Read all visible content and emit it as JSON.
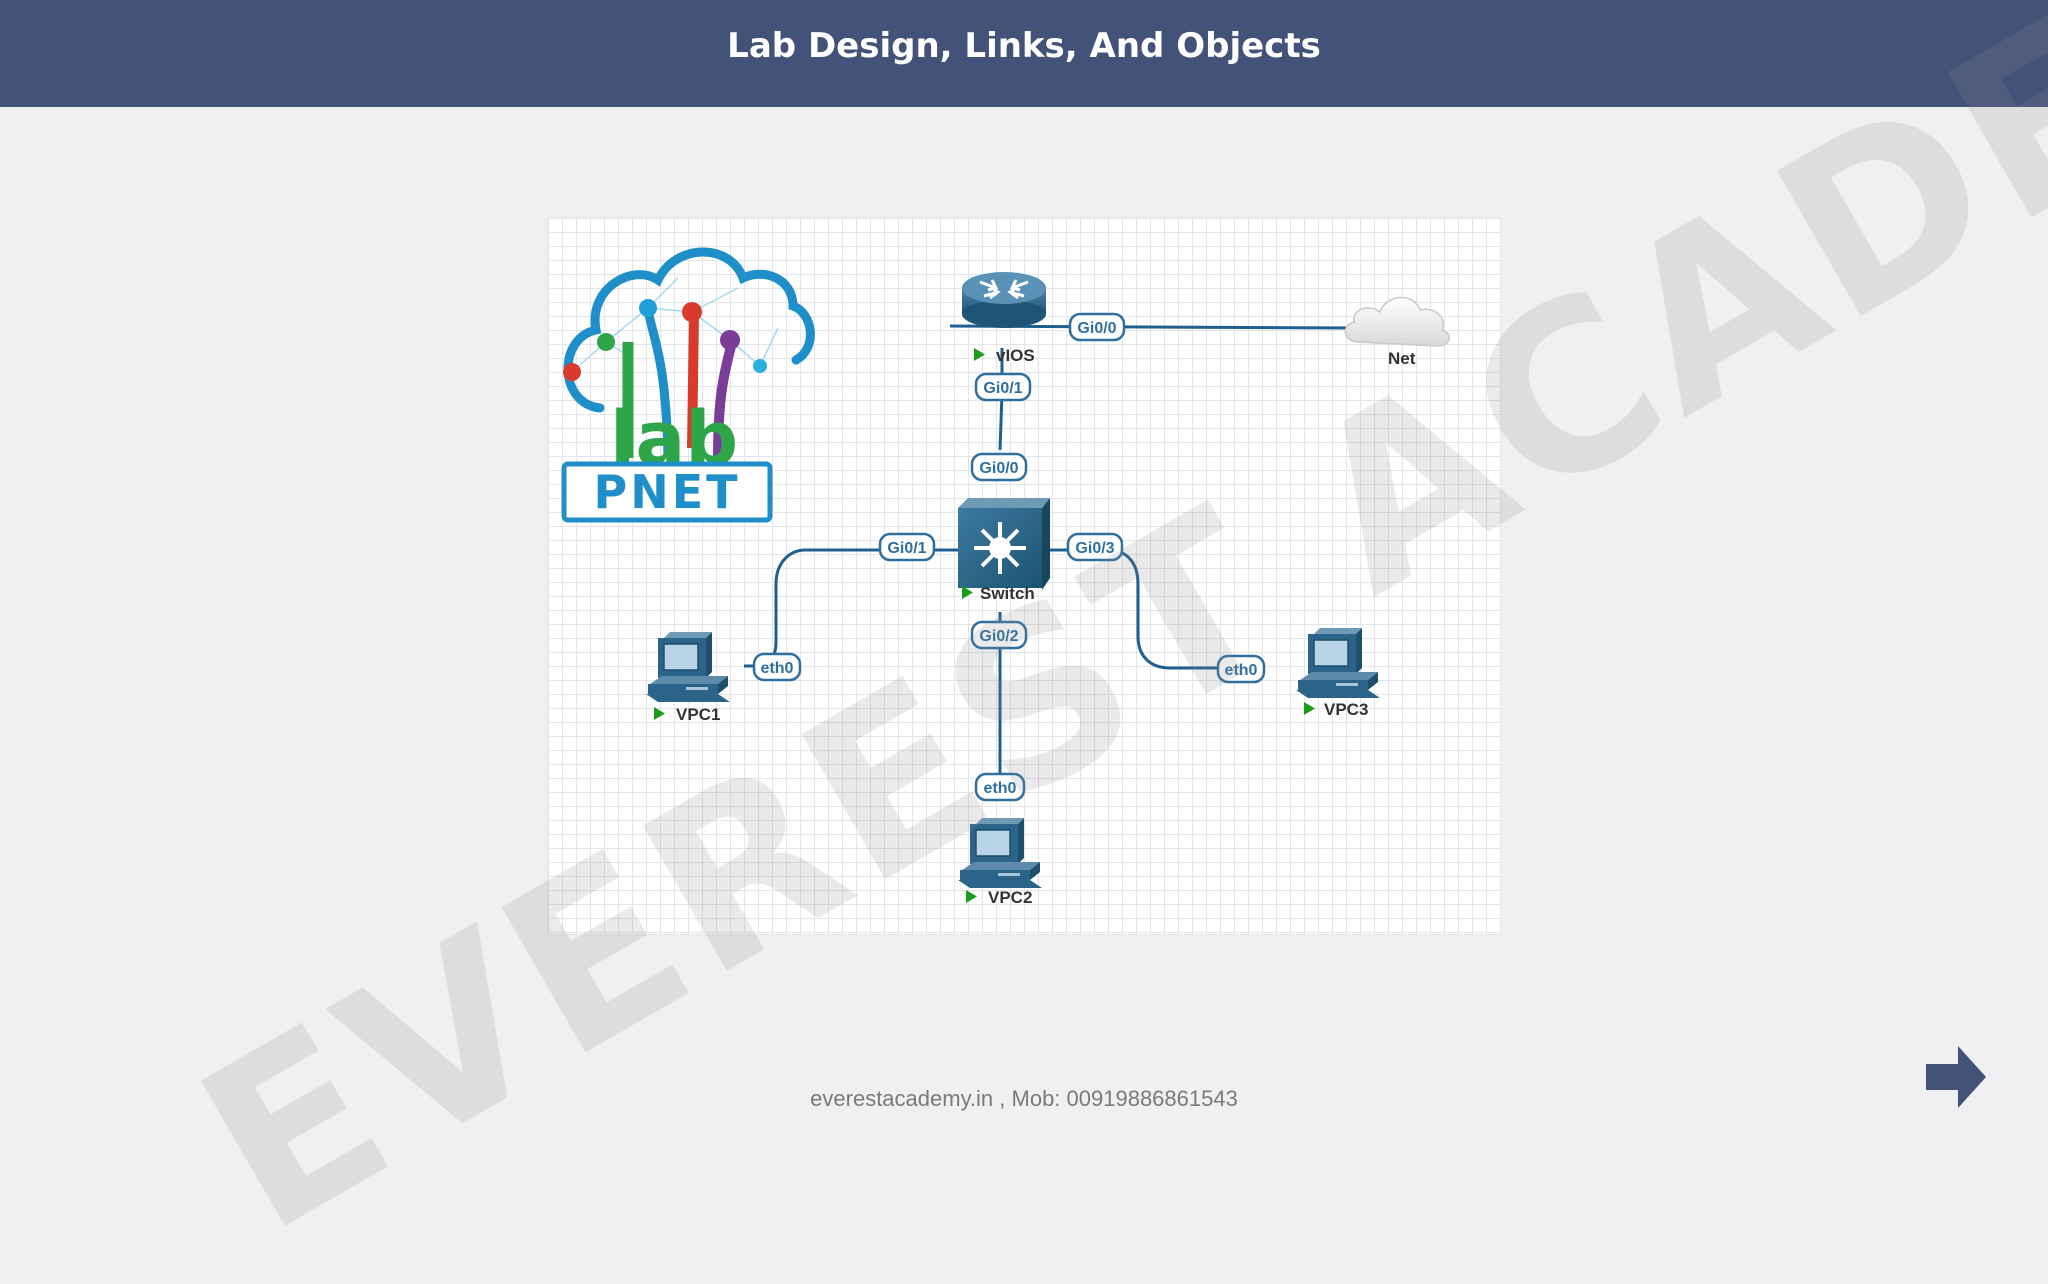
{
  "slide": {
    "title": "Lab Design, Links, And Objects",
    "footer": "everestacademy.in , Mob: 00919886861543",
    "watermark": "EVEREST ACADEMY"
  },
  "logo": {
    "word": "PNET",
    "letters": "lab"
  },
  "topology": {
    "nodes": {
      "vios": "vIOS",
      "net": "Net",
      "switch": "Switch",
      "vpc1": "VPC1",
      "vpc2": "VPC2",
      "vpc3": "VPC3"
    },
    "ports": {
      "vios_gi00": "Gi0/0",
      "vios_gi01": "Gi0/1",
      "switch_gi00": "Gi0/0",
      "switch_gi01": "Gi0/1",
      "switch_gi02": "Gi0/2",
      "switch_gi03": "Gi0/3",
      "vpc1_eth0": "eth0",
      "vpc2_eth0": "eth0",
      "vpc3_eth0": "eth0"
    }
  },
  "colors": {
    "header": "#435278",
    "link": "#1f5f8f",
    "device": "#2b6488",
    "play": "#1a9e1a",
    "next_arrow": "#435278"
  },
  "icons": {
    "next": "right-arrow-icon",
    "router": "router-icon",
    "switch": "switch-icon",
    "cloud": "cloud-icon",
    "pc": "pc-icon",
    "status": "play-icon"
  }
}
